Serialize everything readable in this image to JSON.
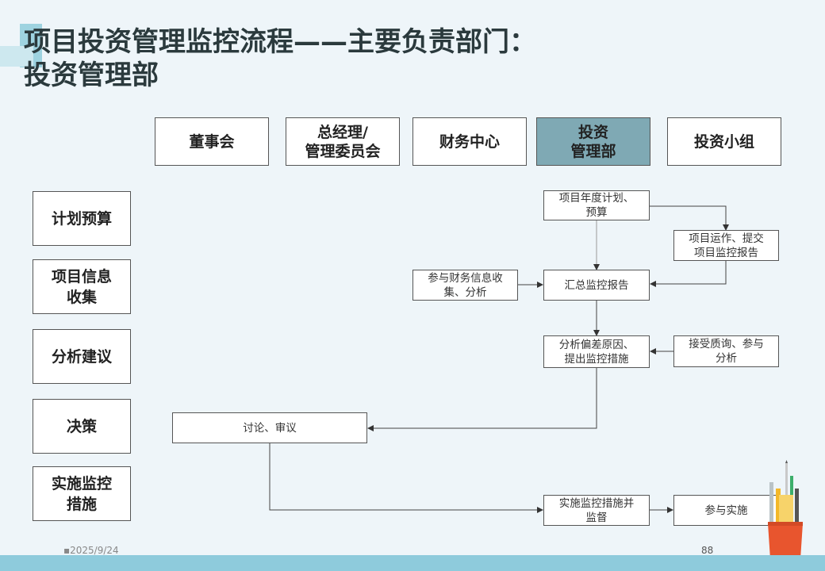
{
  "title": {
    "line1": "项目投资管理监控流程——主要负责部门：",
    "line2": "投资管理部"
  },
  "departments": [
    "董事会",
    "总经理/\n管理委员会",
    "财务中心",
    "投资\n管理部",
    "投资小组"
  ],
  "stages": [
    "计划预算",
    "项目信息\n收集",
    "分析建议",
    "决策",
    "实施监控\n措施"
  ],
  "nodes": {
    "plan": "项目年度计划、\n预算",
    "operate": "项目运作、提交\n项目监控报告",
    "finance": "参与财务信息收\n集、分析",
    "summary": "汇总监控报告",
    "analyze": "分析偏差原因、\n提出监控措施",
    "accept": "接受质询、参与\n分析",
    "discuss": "讨论、审议",
    "implement": "实施监控措施并\n监督",
    "participate": "参与实施"
  },
  "footer": {
    "date": "2025/9/24",
    "page": "88"
  },
  "colors": {
    "accent": "#7fa9b4",
    "footer_bar": "#8ecbdc"
  }
}
